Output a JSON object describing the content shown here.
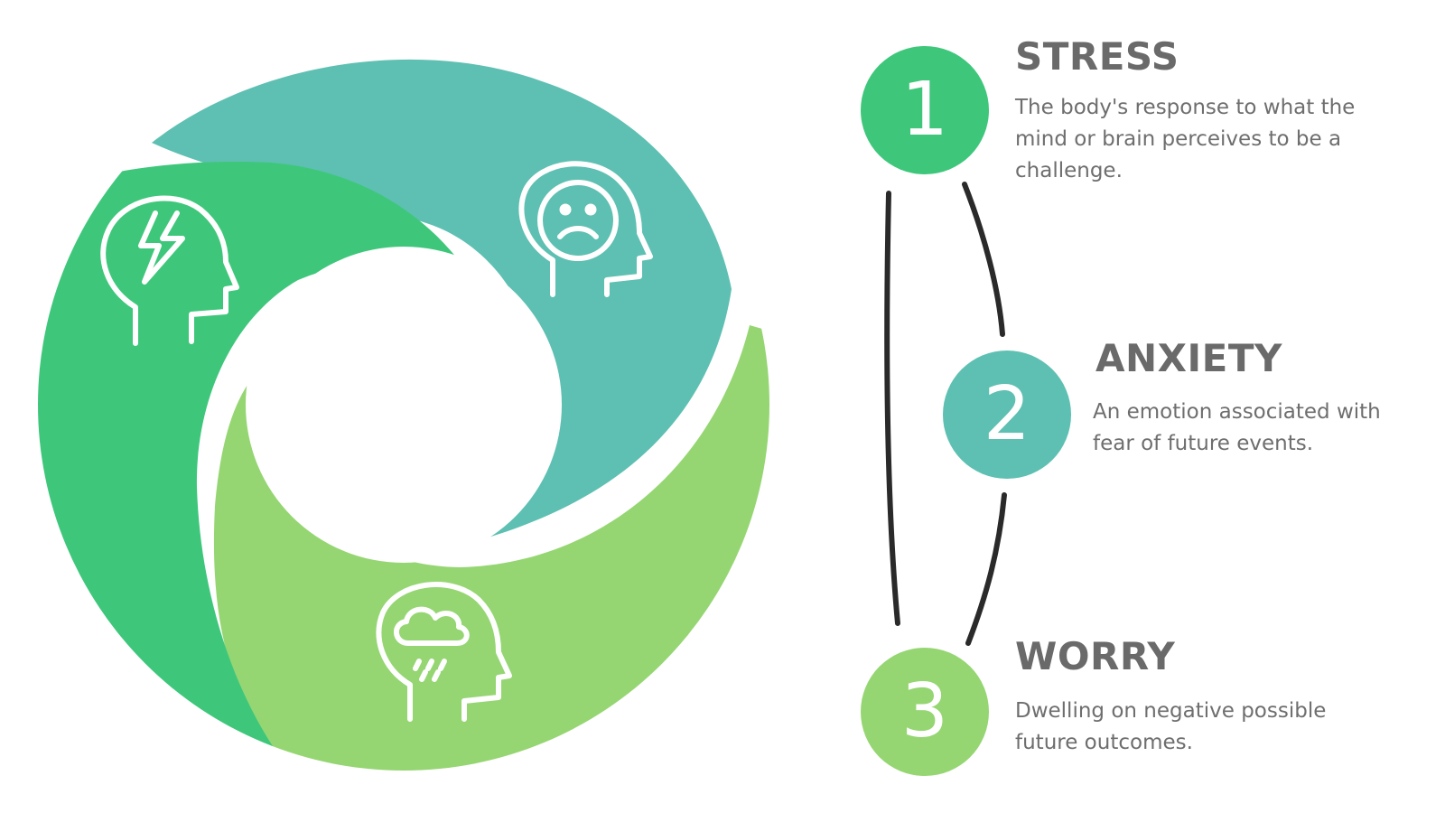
{
  "steps": [
    {
      "number": "1",
      "title": "STRESS",
      "description": "The body's response to what the mind or brain perceives to be a challenge.",
      "color": "#3ec77b",
      "icon": "head-lightning-icon"
    },
    {
      "number": "2",
      "title": "ANXIETY",
      "description": "An emotion associated with fear of future events.",
      "color": "#5ec0b2",
      "icon": "head-sad-face-icon"
    },
    {
      "number": "3",
      "title": "WORRY",
      "description": "Dwelling on negative possible future outcomes.",
      "color": "#95d672",
      "icon": "head-rain-cloud-icon"
    }
  ],
  "connector_color": "#2a2a2a"
}
